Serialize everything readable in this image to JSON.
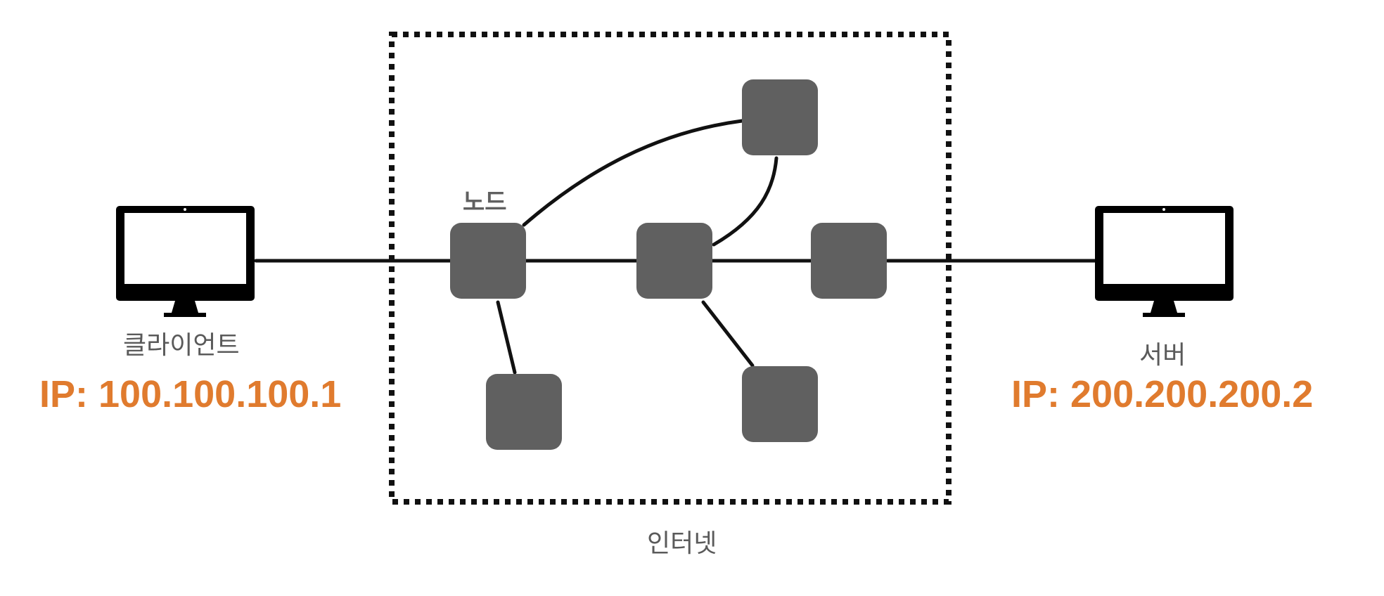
{
  "client": {
    "label": "클라이언트",
    "ip": "IP: 100.100.100.1",
    "icon": "desktop-monitor-icon"
  },
  "server": {
    "label": "서버",
    "ip": "IP: 200.200.200.2",
    "icon": "desktop-monitor-icon"
  },
  "internet": {
    "label": "인터넷",
    "node_label": "노드"
  },
  "colors": {
    "ip_text": "#E07B2E",
    "node_fill": "#606060",
    "line": "#111111",
    "label_text": "#5a5a5a"
  }
}
